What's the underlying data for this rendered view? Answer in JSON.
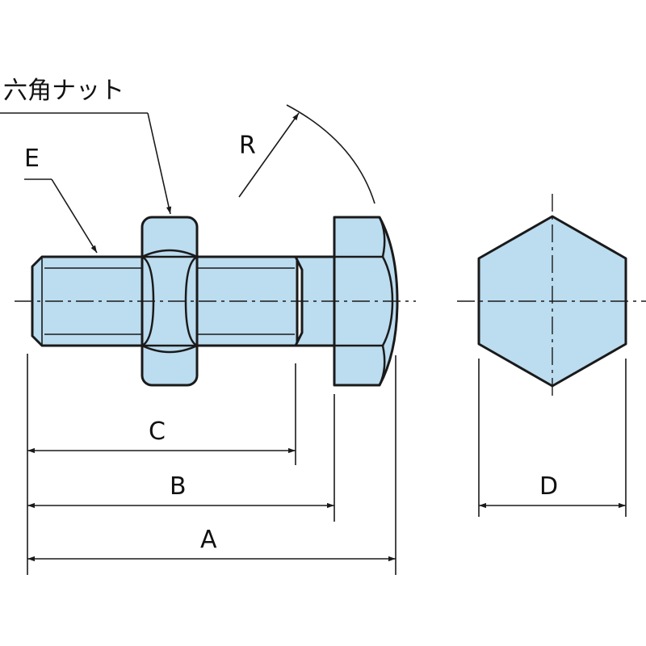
{
  "labels": {
    "nut": "六角ナット",
    "thread": "E",
    "radius": "R",
    "across_corners": "C",
    "length_b": "B",
    "length_a": "A",
    "width_d": "D"
  },
  "colors": {
    "fill": "#bcdcef",
    "line": "#1a1a1a"
  }
}
